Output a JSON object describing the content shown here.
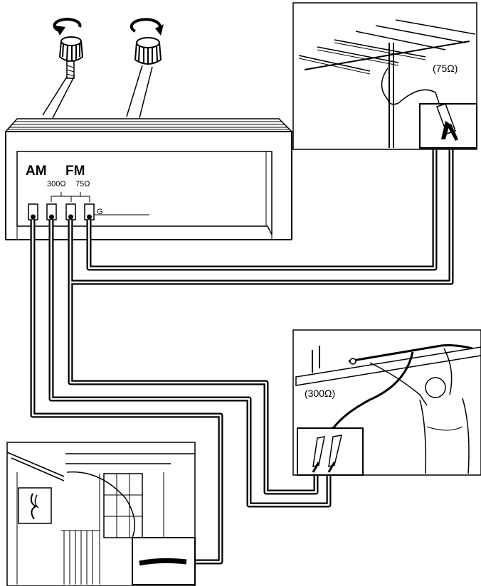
{
  "receiver": {
    "am_label": "AM",
    "fm_label": "FM",
    "fm_300_label": "300Ω",
    "fm_75_label": "75Ω",
    "ground_label": "G"
  },
  "antennas": {
    "fm_75_impedance": "(75Ω)",
    "fm_300_impedance": "(300Ω)"
  },
  "knobs": {
    "left_rotation": "counterclockwise",
    "right_rotation": "clockwise"
  },
  "colors": {
    "line": "#000000",
    "background": "#ffffff"
  }
}
